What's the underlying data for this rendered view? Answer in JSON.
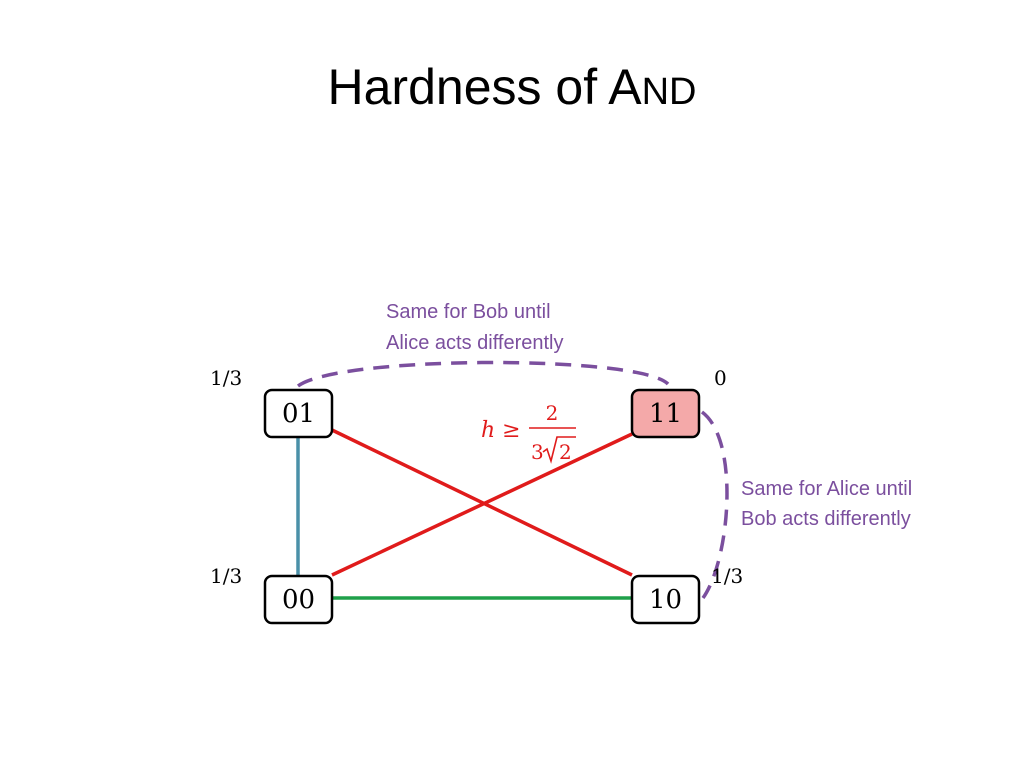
{
  "title": {
    "main": "Hardness of A",
    "smallcaps": "ND"
  },
  "colors": {
    "red_edge": "#e01b1b",
    "blue_edge": "#4a90a8",
    "green_edge": "#1fa04a",
    "purple_dashed": "#7b4f9e",
    "highlight_fill": "#f4a9a9"
  },
  "nodes": {
    "n01": {
      "label": "01",
      "prob": "1/3"
    },
    "n11": {
      "label": "11",
      "prob": "0"
    },
    "n00": {
      "label": "00",
      "prob": "1/3"
    },
    "n10": {
      "label": "10",
      "prob": "1/3"
    }
  },
  "notes": {
    "bob": [
      "Same for Bob until",
      "Alice acts differently"
    ],
    "alice": [
      "Same for Alice until",
      "Bob acts differently"
    ]
  },
  "formula": {
    "lhs": "h ≥",
    "numerator": "2",
    "denominator_coef": "3",
    "denominator_radicand": "2"
  }
}
